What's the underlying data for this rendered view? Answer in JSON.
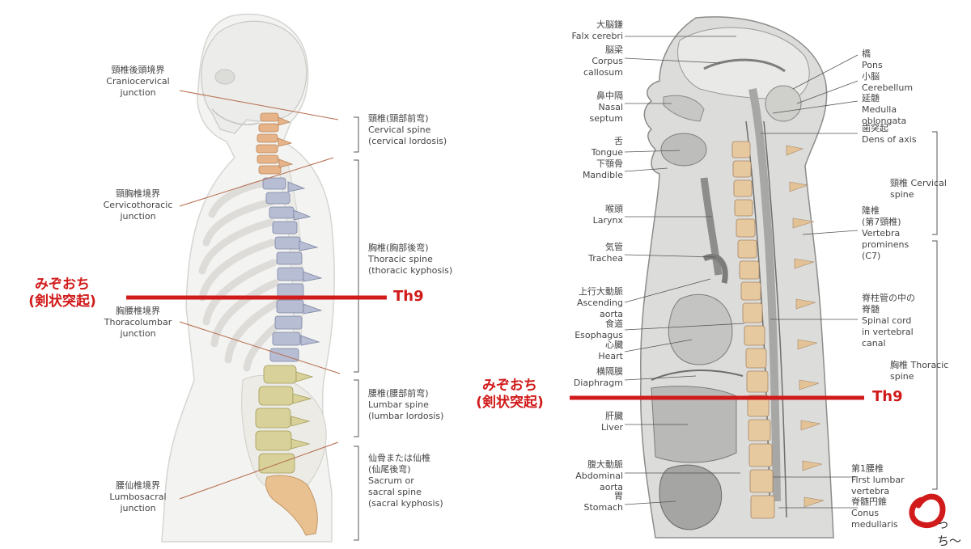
{
  "left_figure": {
    "labels": [
      {
        "ja": "頸椎後頭境界",
        "en": [
          "Craniocervical",
          "junction"
        ]
      },
      {
        "ja": "頸胸椎境界",
        "en": [
          "Cervicothoracic",
          "junction"
        ]
      },
      {
        "ja": "胸腰椎境界",
        "en": [
          "Thoracolumbar",
          "junction"
        ]
      },
      {
        "ja": "腰仙椎境界",
        "en": [
          "Lumbosacral",
          "junction"
        ]
      }
    ],
    "regions": [
      {
        "ja": "頸椎(頸部前弯)",
        "en": [
          "Cervical spine",
          "(cervical lordosis)"
        ]
      },
      {
        "ja": "胸椎(胸部後弯)",
        "en": [
          "Thoracic spine",
          "(thoracic kyphosis)"
        ]
      },
      {
        "ja": "腰椎(腰部前弯)",
        "en": [
          "Lumbar spine",
          "(lumbar lordosis)"
        ]
      },
      {
        "ja": "仙骨または仙椎",
        "ja2": "(仙尾後弯)",
        "en": [
          "Sacrum or",
          "sacral spine",
          "(sacral kyphosis)"
        ]
      }
    ],
    "marker": {
      "line1": "みぞおち",
      "line2": "(剣状突起)",
      "level": "Th9"
    }
  },
  "right_figure": {
    "left_labels": [
      {
        "ja": "大脳鎌",
        "en": [
          "Falx cerebri"
        ]
      },
      {
        "ja": "脳梁",
        "en": [
          "Corpus",
          "callosum"
        ]
      },
      {
        "ja": "鼻中隔",
        "en": [
          "Nasal",
          "septum"
        ]
      },
      {
        "ja": "舌",
        "en": [
          "Tongue"
        ]
      },
      {
        "ja": "下顎骨",
        "en": [
          "Mandible"
        ]
      },
      {
        "ja": "喉頭",
        "en": [
          "Larynx"
        ]
      },
      {
        "ja": "気管",
        "en": [
          "Trachea"
        ]
      },
      {
        "ja": "上行大動脈",
        "en": [
          "Ascending",
          "aorta"
        ]
      },
      {
        "ja": "食道",
        "en": [
          "Esophagus"
        ]
      },
      {
        "ja": "心臓",
        "en": [
          "Heart"
        ]
      },
      {
        "ja": "横隔膜",
        "en": [
          "Diaphragm"
        ]
      },
      {
        "ja": "肝臓",
        "en": [
          "Liver"
        ]
      },
      {
        "ja": "腹大動脈",
        "en": [
          "Abdominal",
          "aorta"
        ]
      },
      {
        "ja": "胃",
        "en": [
          "Stomach"
        ]
      }
    ],
    "right_labels": [
      {
        "ja": "橋",
        "en": [
          "Pons"
        ]
      },
      {
        "ja": "小脳",
        "en": [
          "Cerebellum"
        ]
      },
      {
        "ja": "延髄",
        "en": [
          "Medulla",
          "oblongata"
        ]
      },
      {
        "ja": "歯突起",
        "en": [
          "Dens of axis"
        ]
      },
      {
        "ja": "隆椎",
        "ja2": "(第7頸椎)",
        "en": [
          "Vertebra",
          "prominens",
          "(C7)"
        ]
      },
      {
        "ja": "脊柱管の中の",
        "ja2": "脊髄",
        "en": [
          "Spinal cord",
          "in vertebral",
          "canal"
        ]
      },
      {
        "ja": "第1腰椎",
        "en": [
          "First lumbar",
          "vertebra"
        ]
      },
      {
        "ja": "脊髄円錐",
        "en": [
          "Conus",
          "medullaris"
        ]
      }
    ],
    "brackets": [
      {
        "ja": "頸椎",
        "en": "Cervical spine"
      },
      {
        "ja": "胸椎",
        "en": "Thoracic spine"
      }
    ],
    "marker": {
      "line1": "みぞおち",
      "line2": "(剣状突起)",
      "level": "Th9"
    },
    "logo": {
      "text": "っち〜"
    }
  },
  "colors": {
    "marker_red": "#d11a1a",
    "cervical": "#e7b48a",
    "thoracic": "#b7bdd3",
    "lumbar": "#d8d29a",
    "sacral": "#e9c08f"
  }
}
